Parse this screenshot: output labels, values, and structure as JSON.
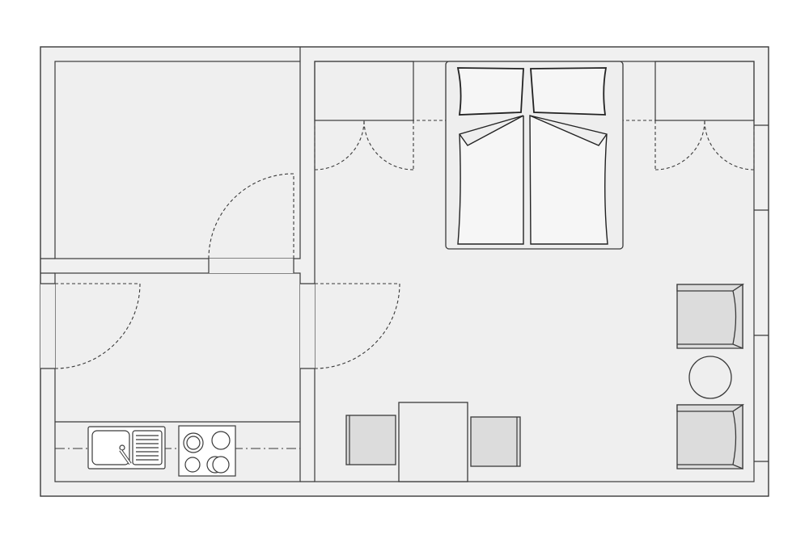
{
  "colors": {
    "background": "#ffffff",
    "wall_fill": "#f0f0f0",
    "floor_fill": "#efefef",
    "line": "#3a3a3a",
    "chair_fill": "#dcdcdc"
  },
  "plan": {
    "rooms": [
      "storage-room",
      "hallway-kitchen",
      "main-room"
    ],
    "furniture": [
      "double-bed",
      "wardrobe-left",
      "wardrobe-right",
      "armchair-top",
      "armchair-bottom",
      "round-side-table",
      "dining-table",
      "dining-chair-left",
      "dining-chair-right",
      "sink-icon",
      "stove-icon"
    ],
    "doors": [
      "storage-door",
      "entrance-door",
      "main-room-door",
      "wardrobe-left-doors",
      "wardrobe-right-doors"
    ]
  }
}
